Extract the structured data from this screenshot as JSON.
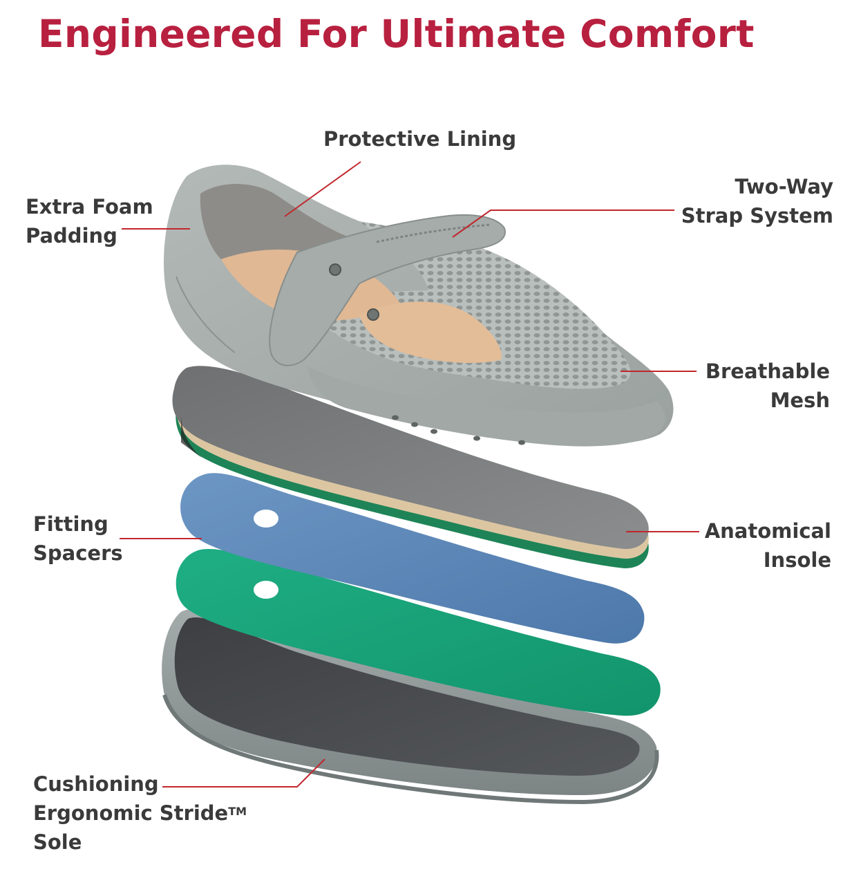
{
  "title": "Engineered For Ultimate Comfort",
  "colors": {
    "title": "#b8203f",
    "label_text": "#3a3a3a",
    "leader_line": "#c1272d",
    "shoe_upper": "#a3aaa8",
    "mesh": "#b7bdbb",
    "insole_top": "#7a7c7d",
    "insole_edge_green": "#1f8a5a",
    "insole_edge_tan": "#d9c3a0",
    "spacer_blue": "#5b86b8",
    "spacer_green": "#1aa07a",
    "sole_rim": "#8d9595",
    "sole_bed": "#4a4c4f"
  },
  "labels": {
    "protective_lining": [
      "Protective Lining"
    ],
    "extra_foam_padding": [
      "Extra Foam",
      "Padding"
    ],
    "two_way_strap": [
      "Two-Way",
      "Strap System"
    ],
    "breathable_mesh": [
      "Breathable",
      "Mesh"
    ],
    "fitting_spacers": [
      "Fitting",
      "Spacers"
    ],
    "anatomical_insole": [
      "Anatomical",
      "Insole"
    ],
    "cushioning_sole": [
      "Cushioning",
      "Ergonomic Stride",
      "Sole"
    ],
    "trademark": "TM"
  }
}
